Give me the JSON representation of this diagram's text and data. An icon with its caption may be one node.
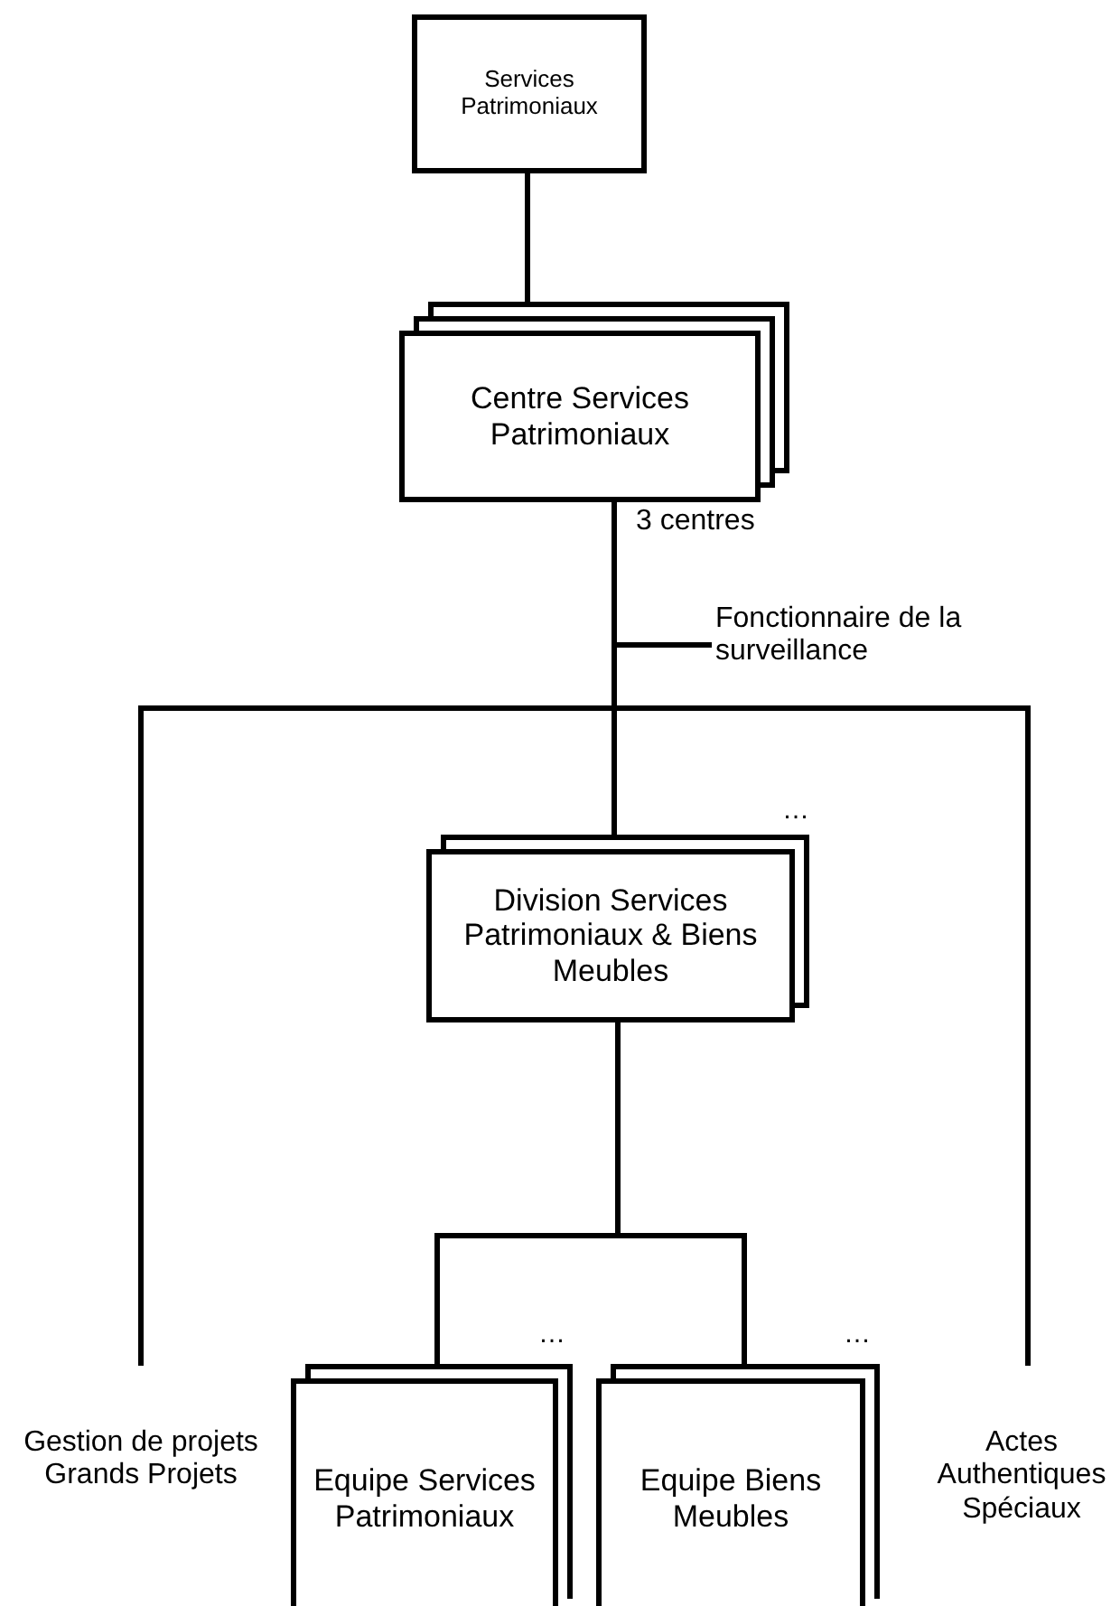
{
  "diagram": {
    "nodes": [
      {
        "text": [
          "Services Patrimoniaux"
        ]
      },
      {
        "text": [
          "Centre Services Patrimoniaux"
        ],
        "beside": [
          "3 centres"
        ]
      },
      {
        "text": [
          "Fonctionnaire de la surveillance"
        ]
      },
      {
        "text": [
          "Division Services Patrimoniaux & Biens Meubles"
        ],
        "beside": [
          "…"
        ]
      },
      {
        "text": [
          "Gestion de projets Grands Projets"
        ]
      },
      {
        "text": [
          "Equipe Services Patrimoniaux"
        ],
        "beside": [
          "…"
        ]
      },
      {
        "text": [
          "Equipe Biens Meubles"
        ],
        "beside": [
          "…"
        ]
      },
      {
        "text": [
          "Actes Authentiques Spéciaux"
        ]
      }
    ],
    "edges": [
      {
        "from": 0,
        "to": 1,
        "arrow": "none"
      },
      {
        "from": 1,
        "to": 3,
        "arrow": "none"
      },
      {
        "from": 1,
        "to": 4,
        "arrow": "none"
      },
      {
        "from": 1,
        "to": 7,
        "arrow": "none"
      },
      {
        "from": 3,
        "to": 5,
        "arrow": "none"
      },
      {
        "from": 3,
        "to": 6,
        "arrow": "none"
      },
      {
        "from": 2,
        "to": null,
        "arrow": "none"
      }
    ]
  }
}
